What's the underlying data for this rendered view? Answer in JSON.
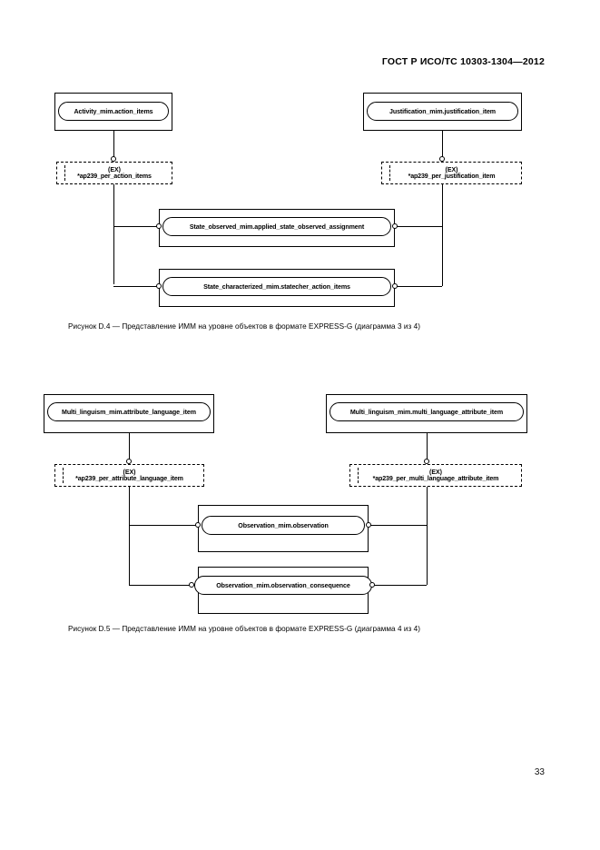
{
  "document": {
    "header": "ГОСТ Р ИСО/ТС 10303-1304—2012",
    "page_number": "33"
  },
  "diagram_1": {
    "caption": "Рисунок  D.4 — Представление ИММ на уровне объектов в формате EXPRESS-G (диаграмма 3 из 4)",
    "top_left_entity": "Activity_mim.action_items",
    "top_right_entity": "Justification_mim.justification_item",
    "ex_left": {
      "tag": "(EX)",
      "name": "*ap239_per_action_items"
    },
    "ex_right": {
      "tag": "(EX)",
      "name": "*ap239_per_justification_item"
    },
    "middle_entity_1": "State_observed_mim.applied_state_observed_assignment",
    "middle_entity_2": "State_characterized_mim.statecher_action_items"
  },
  "diagram_2": {
    "caption": "Рисунок  D.5 — Представление ИММ на уровне объектов в формате EXPRESS-G (диаграмма 4 из 4)",
    "top_left_entity": "Multi_linguism_mim.attribute_language_item",
    "top_right_entity": "Multi_linguism_mim.multi_language_attribute_item",
    "ex_left": {
      "tag": "(EX)",
      "name": "*ap239_per_attribute_language_item"
    },
    "ex_right": {
      "tag": "(EX)",
      "name": "*ap239_per_multi_language_attribute_item"
    },
    "middle_entity_1": "Observation_mim.observation",
    "middle_entity_2": "Observation_mim.observation_consequence"
  },
  "colors": {
    "ink": "#000000",
    "paper": "#ffffff"
  }
}
